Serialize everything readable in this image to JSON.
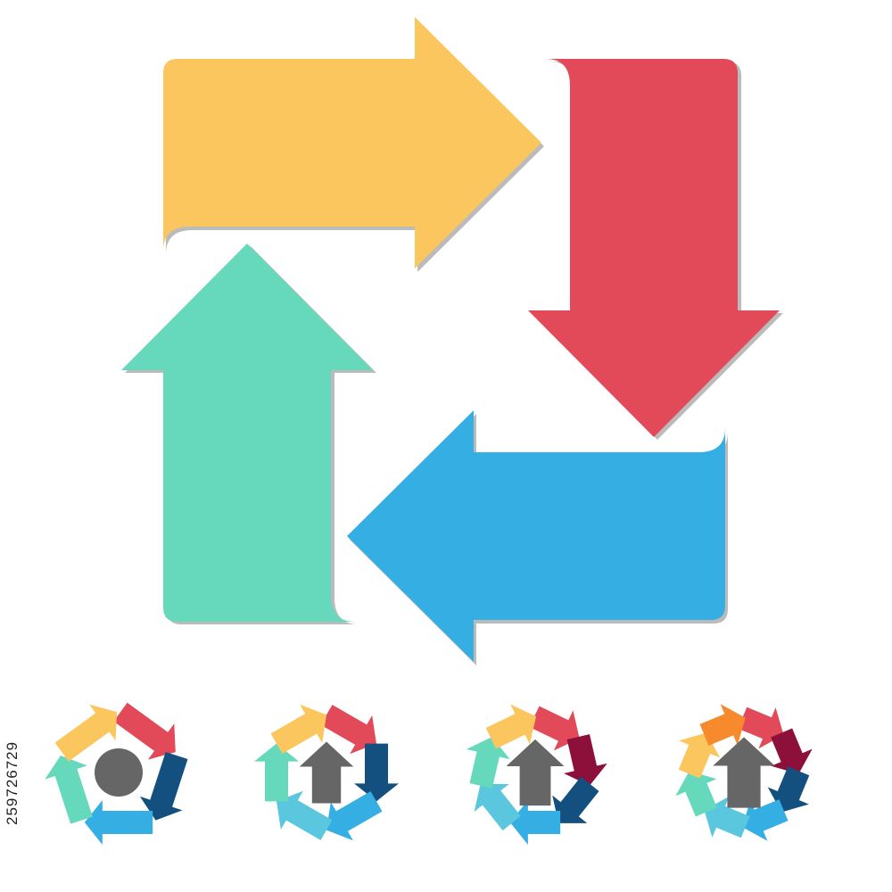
{
  "side_id": "259726729",
  "colors": {
    "yellow": "#FBC65E",
    "red": "#E24A59",
    "blue": "#35AEE3",
    "mint": "#66D9BD",
    "navy": "#13507F",
    "sky": "#5BC7DE",
    "maroon": "#8C1039",
    "orange": "#F68A2C",
    "gray": "#666666",
    "shadow": "#BBBBBB"
  },
  "main_cycle": {
    "arrows": [
      {
        "name": "top-right-arrow",
        "color": "yellow",
        "direction": "right"
      },
      {
        "name": "right-down-arrow",
        "color": "red",
        "direction": "down"
      },
      {
        "name": "bottom-left-arrow",
        "color": "blue",
        "direction": "left"
      },
      {
        "name": "left-up-arrow",
        "color": "mint",
        "direction": "up"
      }
    ]
  },
  "small_cycles": [
    {
      "center": "circle",
      "colors": [
        "red",
        "navy",
        "blue",
        "mint",
        "yellow"
      ]
    },
    {
      "center": "up-arrow",
      "colors": [
        "red",
        "navy",
        "blue",
        "sky",
        "mint",
        "yellow"
      ]
    },
    {
      "center": "up-arrow",
      "colors": [
        "red",
        "maroon",
        "navy",
        "blue",
        "sky",
        "mint",
        "yellow"
      ]
    },
    {
      "center": "up-arrow",
      "colors": [
        "red",
        "maroon",
        "navy",
        "blue",
        "sky",
        "mint",
        "yellow",
        "orange"
      ]
    }
  ]
}
